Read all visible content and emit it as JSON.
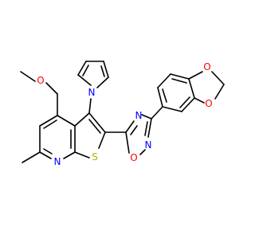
{
  "molecule": {
    "atoms": {
      "o_ether": "O",
      "n_pyrrole": "N",
      "n_pyridine": "N",
      "s_thiophene": "S",
      "n_oxadiazole_top": "N",
      "n_oxadiazole_bottom": "N",
      "o_oxadiazole": "O",
      "o_dioxole_top": "O",
      "o_dioxole_bottom": "O"
    },
    "colors": {
      "carbon_bond": "#000000",
      "oxygen": "#ff0000",
      "nitrogen": "#0000ff",
      "sulfur": "#b2b200"
    }
  }
}
